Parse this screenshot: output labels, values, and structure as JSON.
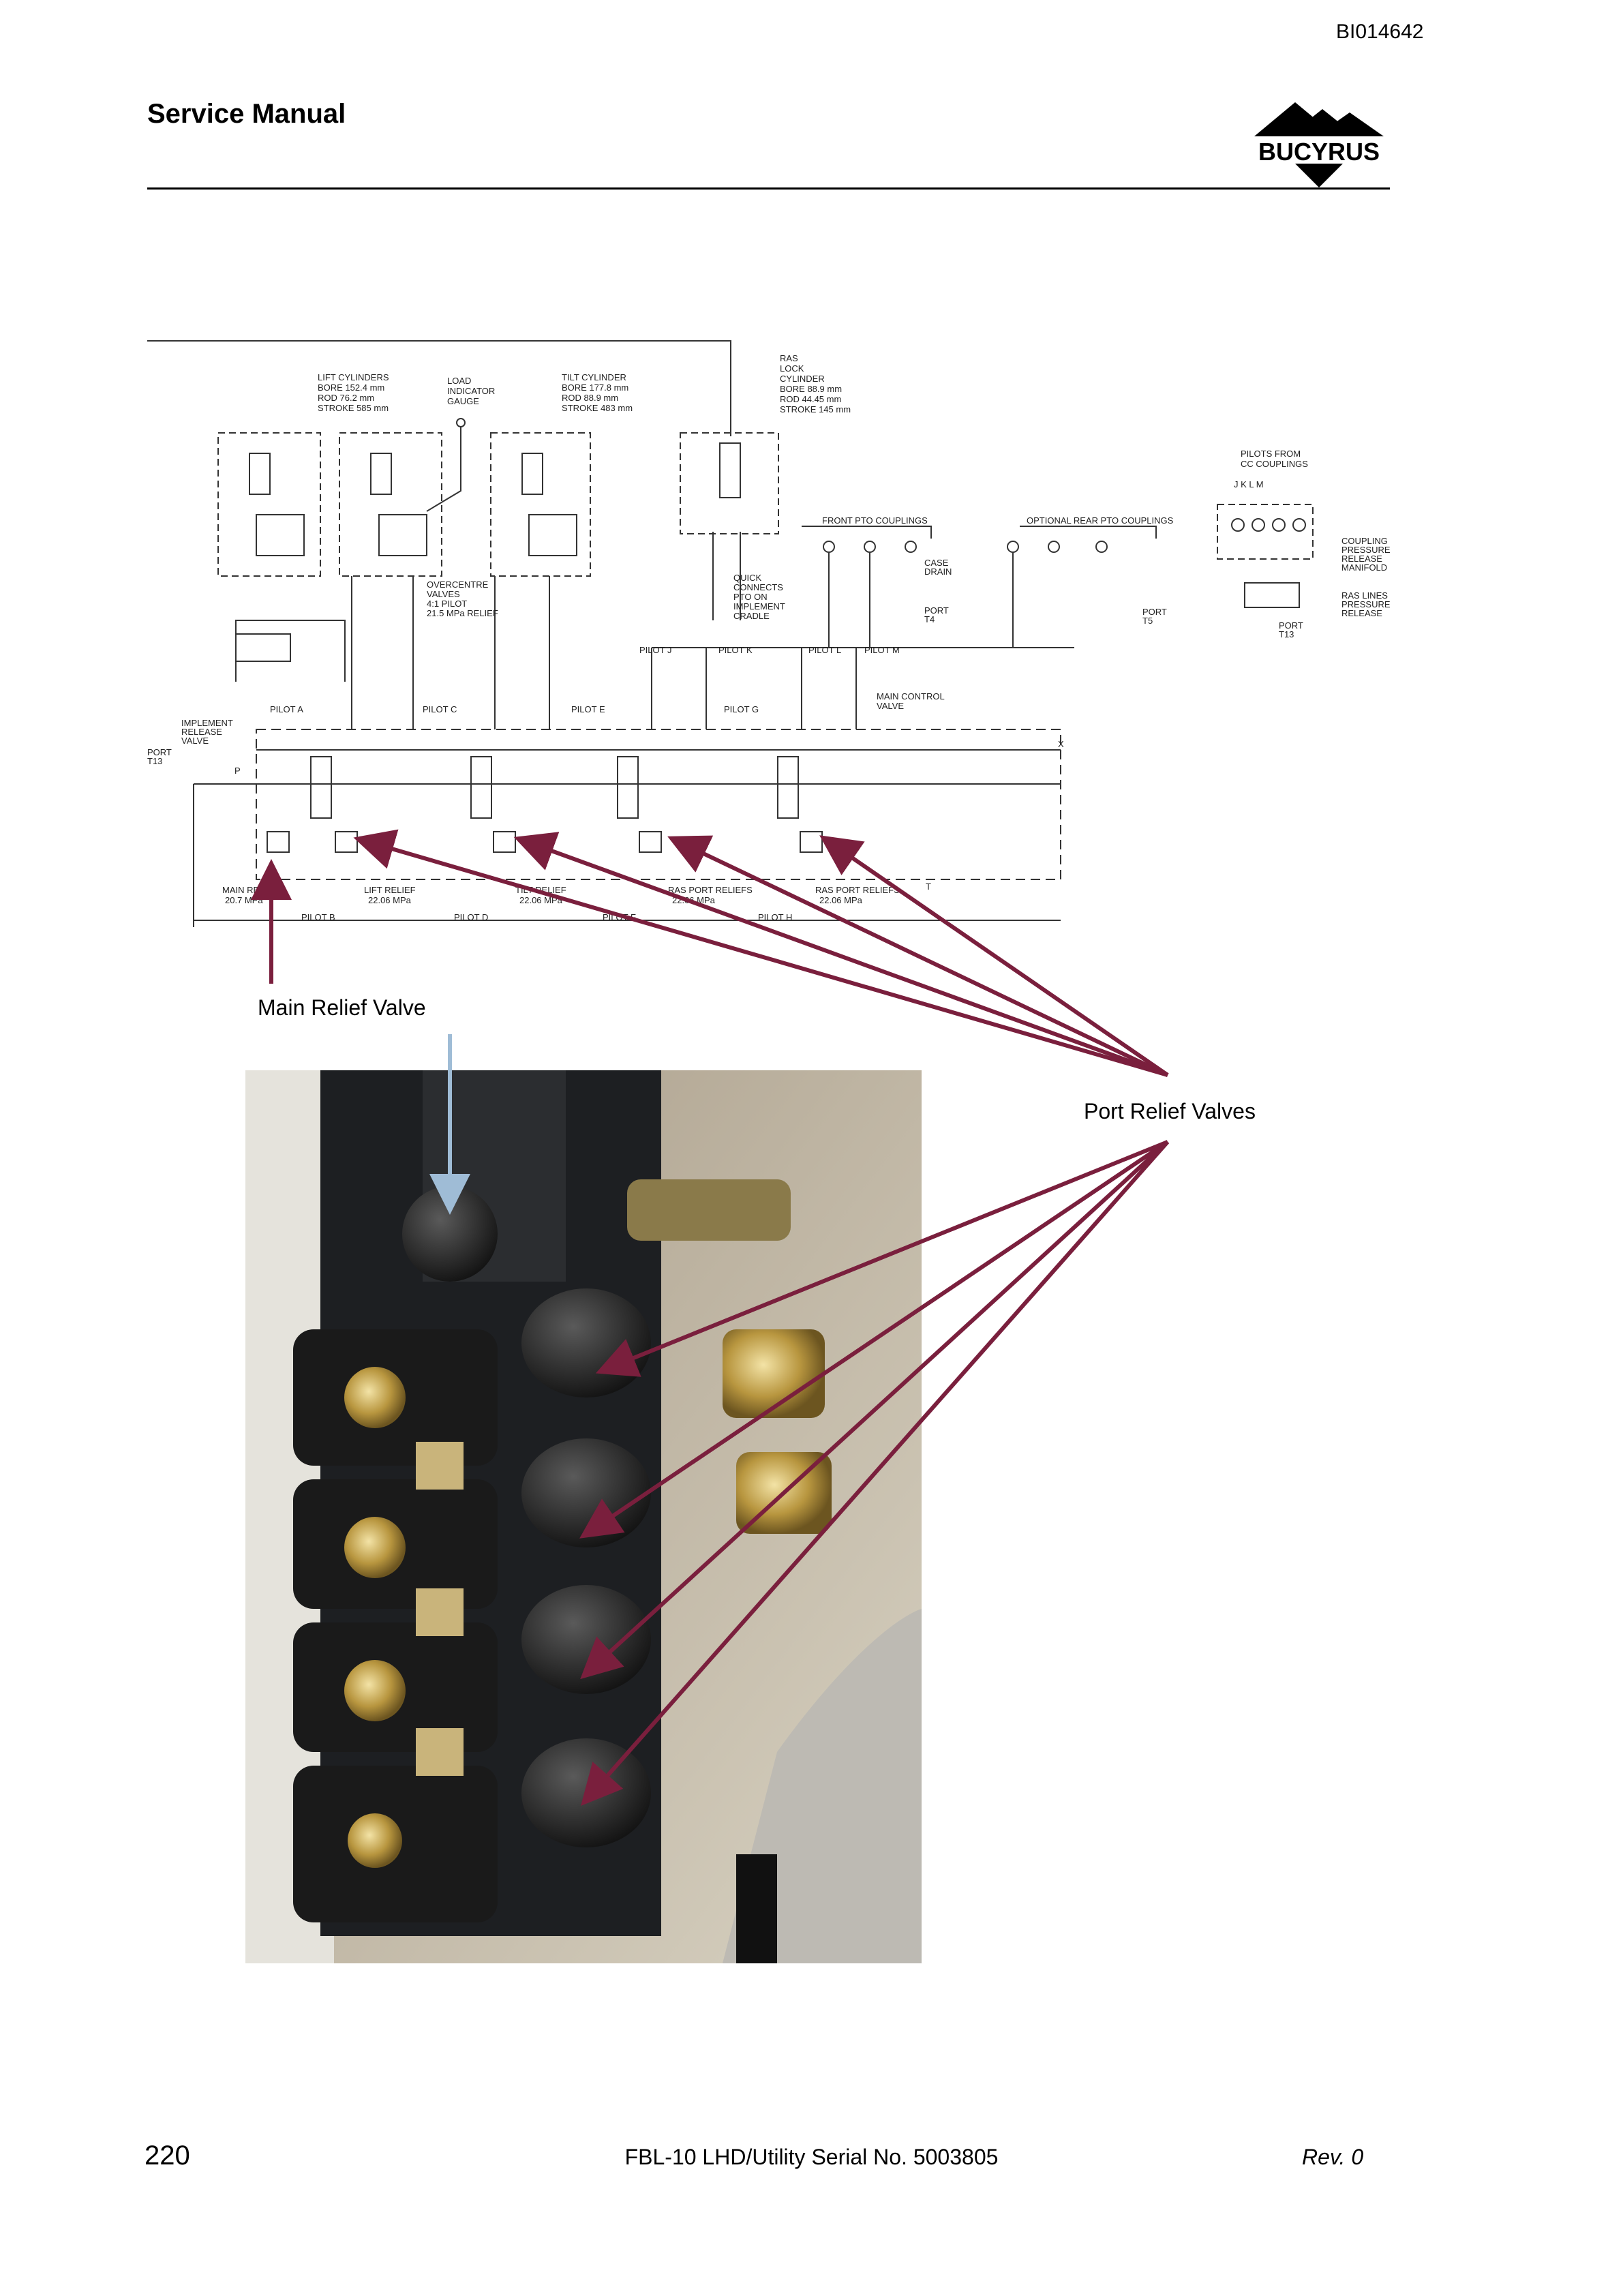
{
  "header": {
    "doc_id": "BI014642",
    "title": "Service Manual",
    "logo_text": "BUCYRUS"
  },
  "schematic": {
    "labels": {
      "lift_cyl_title": "LIFT CYLINDERS",
      "lift_cyl_bore": "BORE 152.4 mm",
      "lift_cyl_rod": "ROD 76.2 mm",
      "lift_cyl_stroke": "STROKE 585 mm",
      "load_ind_1": "LOAD",
      "load_ind_2": "INDICATOR",
      "load_ind_3": "GAUGE",
      "tilt_cyl_title": "TILT CYLINDER",
      "tilt_cyl_bore": "BORE 177.8 mm",
      "tilt_cyl_rod": "ROD 88.9 mm",
      "tilt_cyl_stroke": "STROKE 483 mm",
      "ras_1": "RAS",
      "ras_2": "LOCK",
      "ras_3": "CYLINDER",
      "ras_bore": "BORE 88.9 mm",
      "ras_rod": "ROD 44.45 mm",
      "ras_stroke": "STROKE 145 mm",
      "pilots_from_1": "PILOTS FROM",
      "pilots_from_2": "CC COUPLINGS",
      "pilots_jklm": "J  K  L  M",
      "front_pto": "FRONT PTO COUPLINGS",
      "optional_rear_pto": "OPTIONAL REAR PTO COUPLINGS",
      "case_drain_1": "CASE",
      "case_drain_2": "DRAIN",
      "port_t4_1": "PORT",
      "port_t4_2": "T4",
      "port_t5_1": "PORT",
      "port_t5_2": "T5",
      "port_t13_1": "PORT",
      "port_t13_2": "T13",
      "coupling_1": "COUPLING",
      "coupling_2": "PRESSURE",
      "coupling_3": "RELEASE",
      "coupling_4": "MANIFOLD",
      "ras_lines_1": "RAS LINES",
      "ras_lines_2": "PRESSURE",
      "ras_lines_3": "RELEASE",
      "overcentre_1": "OVERCENTRE",
      "overcentre_2": "VALVES",
      "overcentre_3": "4:1 PILOT",
      "overcentre_4": "21.5 MPa RELIEF",
      "quick_1": "QUICK",
      "quick_2": "CONNECTS",
      "quick_3": "PTO ON",
      "quick_4": "IMPLEMENT",
      "quick_5": "CRADLE",
      "pilot_a": "PILOT A",
      "pilot_b": "PILOT B",
      "pilot_c": "PILOT C",
      "pilot_d": "PILOT D",
      "pilot_e": "PILOT E",
      "pilot_f": "PILOT F",
      "pilot_g": "PILOT G",
      "pilot_h": "PILOT H",
      "pilot_j": "PILOT J",
      "pilot_k": "PILOT K",
      "pilot_l": "PILOT L",
      "pilot_m": "PILOT M",
      "main_control_1": "MAIN CONTROL",
      "main_control_2": "VALVE",
      "implement_1": "IMPLEMENT",
      "implement_2": "RELEASE",
      "implement_3": "VALVE",
      "port_left_1": "PORT",
      "port_left_2": "T13",
      "p_label": "P",
      "x_label": "X",
      "t_label": "T",
      "main_relief_1": "MAIN RELIEF",
      "main_relief_2": "20.7 MPa",
      "lift_relief_1": "LIFT RELIEF",
      "lift_relief_2": "22.06 MPa",
      "tilt_relief_1": "TILT RELIEF",
      "tilt_relief_2": "22.06 MPa",
      "ras_port_1a": "RAS PORT RELIEFS",
      "ras_port_1b": "22.06 MPa",
      "ras_port_2a": "RAS PORT RELIEFS",
      "ras_port_2b": "22.06 MPa"
    }
  },
  "callouts": {
    "main_relief": "Main Relief Valve",
    "port_relief": "Port Relief Valves"
  },
  "footer": {
    "page_number": "220",
    "center": "FBL-10 LHD/Utility Serial No. 5003805",
    "rev": "Rev. 0"
  },
  "colors": {
    "arrow_maroon": "#7a1f3d",
    "arrow_blue": "#9fbcd6"
  }
}
